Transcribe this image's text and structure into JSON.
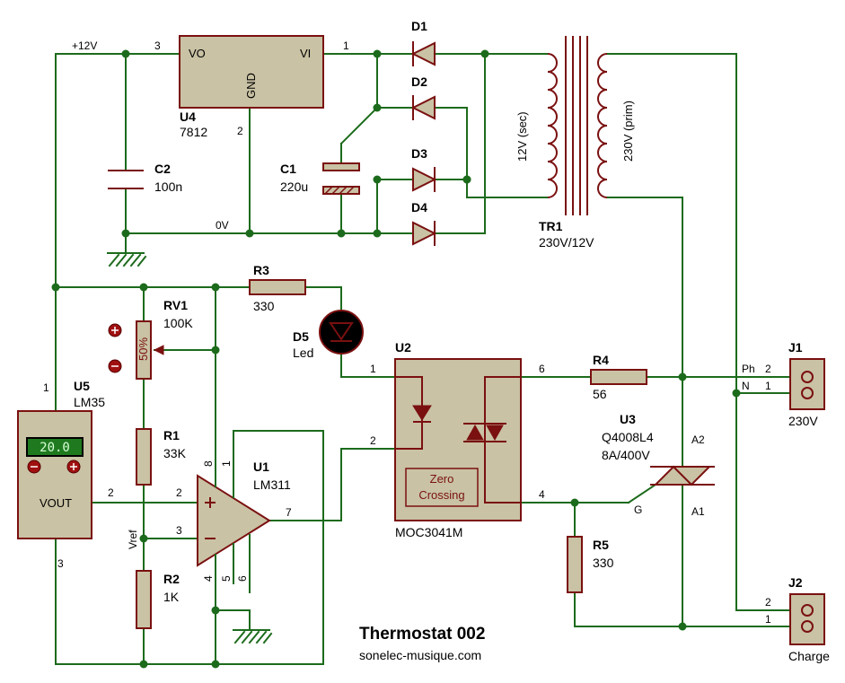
{
  "title": "Thermostat 002",
  "website": "sonelec-musique.com",
  "nets": {
    "vplus": "+12V",
    "gnd": "0V",
    "vref": "Vref"
  },
  "components": {
    "u4": {
      "ref": "U4",
      "value": "7812",
      "pin_vo": "VO",
      "pin_vi": "VI",
      "pin_gnd": "GND",
      "pin1": "1",
      "pin2": "2",
      "pin3": "3"
    },
    "c1": {
      "ref": "C1",
      "value": "220u"
    },
    "c2": {
      "ref": "C2",
      "value": "100n"
    },
    "d1": {
      "ref": "D1"
    },
    "d2": {
      "ref": "D2"
    },
    "d3": {
      "ref": "D3"
    },
    "d4": {
      "ref": "D4"
    },
    "tr1": {
      "ref": "TR1",
      "value": "230V/12V",
      "sec": "12V (sec)",
      "prim": "230V (prim)"
    },
    "r3": {
      "ref": "R3",
      "value": "330"
    },
    "d5": {
      "ref": "D5",
      "value": "Led"
    },
    "rv1": {
      "ref": "RV1",
      "value": "100K",
      "setting": "50%"
    },
    "r1": {
      "ref": "R1",
      "value": "33K"
    },
    "r2": {
      "ref": "R2",
      "value": "1K"
    },
    "u5": {
      "ref": "U5",
      "value": "LM35",
      "reading": "20.0",
      "pin_out": "VOUT",
      "pin1": "1",
      "pin2": "2",
      "pin3": "3"
    },
    "u1": {
      "ref": "U1",
      "value": "LM311",
      "plus": "+",
      "minus": "−",
      "pin2": "2",
      "pin3": "3",
      "pin4": "4",
      "pin5": "5",
      "pin6": "6",
      "pin7": "7",
      "pin8": "8",
      "pin1": "1"
    },
    "u2": {
      "ref": "U2",
      "value": "MOC3041M",
      "zc1": "Zero",
      "zc2": "Crossing",
      "pin1": "1",
      "pin2": "2",
      "pin4": "4",
      "pin6": "6"
    },
    "r4": {
      "ref": "R4",
      "value": "56"
    },
    "u3": {
      "ref": "U3",
      "value": "Q4008L4",
      "rating": "8A/400V",
      "a1": "A1",
      "a2": "A2",
      "g": "G"
    },
    "r5": {
      "ref": "R5",
      "value": "330"
    },
    "j1": {
      "ref": "J1",
      "value": "230V",
      "ph": "Ph",
      "n": "N",
      "pin1": "1",
      "pin2": "2"
    },
    "j2": {
      "ref": "J2",
      "value": "Charge",
      "pin1": "1",
      "pin2": "2"
    }
  },
  "colors": {
    "wire": "#1c6b1c",
    "body": "#c9c2a4",
    "outline": "#7a1010",
    "lcd": "#1f7a1f"
  }
}
